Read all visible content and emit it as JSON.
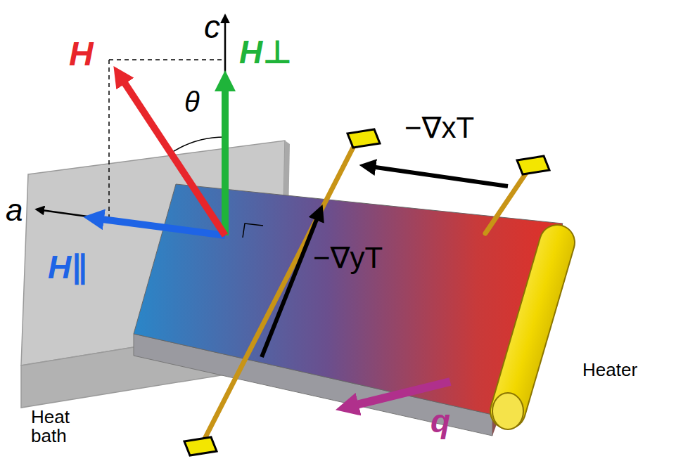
{
  "diagram": {
    "labels": [
      "c",
      "H",
      "θ",
      "H⊥",
      "a",
      "H∥",
      "−∇xT",
      "−∇yT",
      "q",
      "Heater",
      "Heat bath"
    ]
  }
}
